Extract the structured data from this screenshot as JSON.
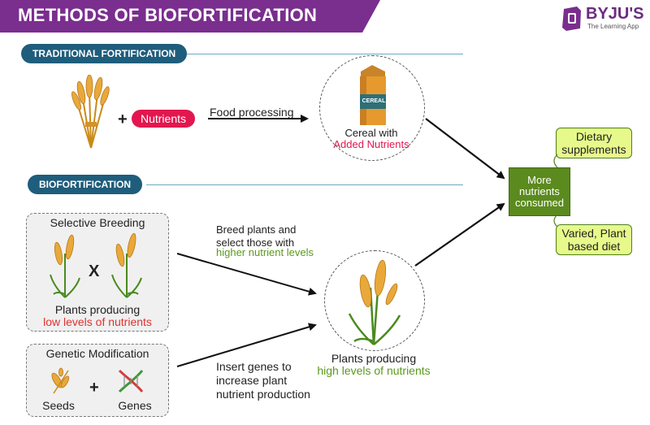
{
  "header": {
    "title": "METHODS OF BIOFORTIFICATION"
  },
  "logo": {
    "brand": "BYJU'S",
    "tagline": "The Learning App"
  },
  "traditional": {
    "section_label": "TRADITIONAL FORTIFICATION",
    "plus": "+",
    "nutrients_label": "Nutrients",
    "arrow_label": "Food processing",
    "carton_label": "CEREAL",
    "result_line1": "Cereal with",
    "result_line2": "Added Nutrients"
  },
  "biofortification": {
    "section_label": "BIOFORTIFICATION",
    "selective_breeding": {
      "title": "Selective Breeding",
      "cross": "X",
      "caption_line1": "Plants producing",
      "caption_line2": "low levels of nutrients"
    },
    "breed_text": {
      "line1": "Breed plants and",
      "line2": "select those with",
      "line3": "higher nutrient levels"
    },
    "genetic_modification": {
      "title": "Genetic Modification",
      "seeds_label": "Seeds",
      "plus": "+",
      "genes_label": "Genes"
    },
    "insert_text": {
      "line1": "Insert genes to",
      "line2": "increase plant",
      "line3": "nutrient production"
    },
    "result_line1": "Plants producing",
    "result_line2": "high levels of nutrients"
  },
  "outcome": {
    "center_line1": "More",
    "center_line2": "nutrients",
    "center_line3": "consumed",
    "top_line1": "Dietary",
    "top_line2": "supplements",
    "bottom_line1": "Varied, Plant",
    "bottom_line2": "based diet"
  },
  "colors": {
    "banner": "#7a2e8e",
    "section_pill": "#1f5d7c",
    "nutrients_pill": "#e2174f",
    "outcome_box": "#5b8a1e",
    "side_boxes": "#e7f98b",
    "green_text": "#5a9a1b",
    "red_text": "#e0312f"
  }
}
